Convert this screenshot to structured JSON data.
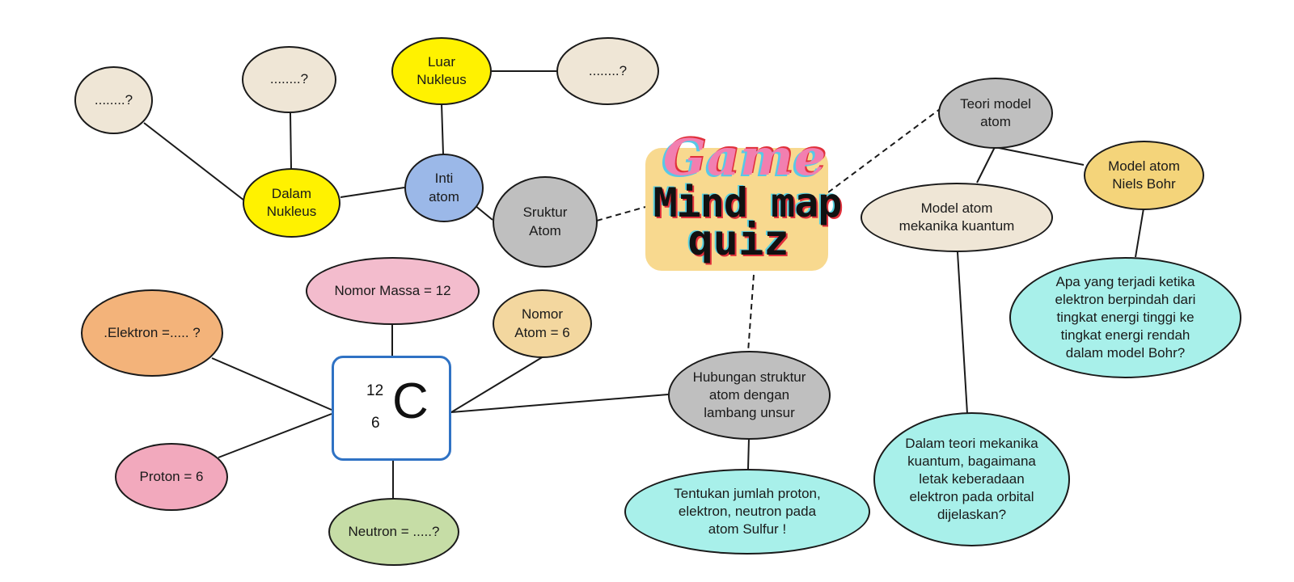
{
  "title": {
    "game": "Game",
    "line1": "Mind map",
    "line2": "quiz"
  },
  "element": {
    "mass_number": "12",
    "atomic_number": "6",
    "symbol": "C"
  },
  "nodes": {
    "q_far_left": "........?",
    "q_top": "........?",
    "q_top_right": "........?",
    "luar_nukleus": "Luar\nNukleus",
    "dalam_nukleus": "Dalam\nNukleus",
    "inti_atom": "Inti\natom",
    "struktur_atom": "Sruktur\nAtom",
    "nomor_massa": "Nomor Massa = 12",
    "nomor_atom": "Nomor\nAtom = 6",
    "elektron": ".Elektron =..... ?",
    "proton": "Proton = 6",
    "neutron": "Neutron = .....?",
    "hubungan": "Hubungan struktur\natom dengan\nlambang unsur",
    "tentukan": "Tentukan jumlah proton,\nelektron, neutron pada\natom Sulfur !",
    "teori_model": "Teori model\natom",
    "mekanika": "Model atom\nmekanika kuantum",
    "niels_bohr": "Model atom\nNiels Bohr",
    "bohr_question": "Apa yang terjadi ketika\nelektron berpindah dari\ntingkat energi  tinggi ke\ntingkat energi rendah\ndalam model Bohr?",
    "kuantum_question": "Dalam teori mekanika\nkuantum, bagaimana\nletak keberadaan\nelektron pada orbital\ndijelaskan?"
  },
  "colors": {
    "line": "#1a1a1a",
    "title_bg": "#f8d98f",
    "element_border": "#2f72c4"
  }
}
